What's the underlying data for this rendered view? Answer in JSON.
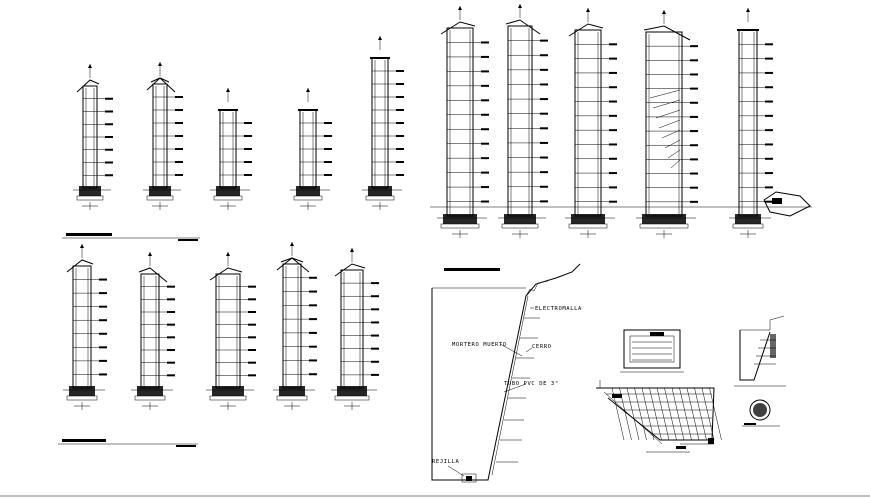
{
  "retaining_wall": {
    "labels": {
      "electromalla": "ELECTROMALLA",
      "mortero_muerto": "MORTERO MUERTO",
      "cerro": "CERRO",
      "tubo_pvc": "TUBO PVC DE 3\"",
      "rejilla": "REJILLA"
    }
  },
  "icons": {
    "section": "wall-section-icon",
    "north": "section-marker-icon"
  },
  "colors": {
    "ink": "#000000",
    "paper": "#ffffff"
  }
}
